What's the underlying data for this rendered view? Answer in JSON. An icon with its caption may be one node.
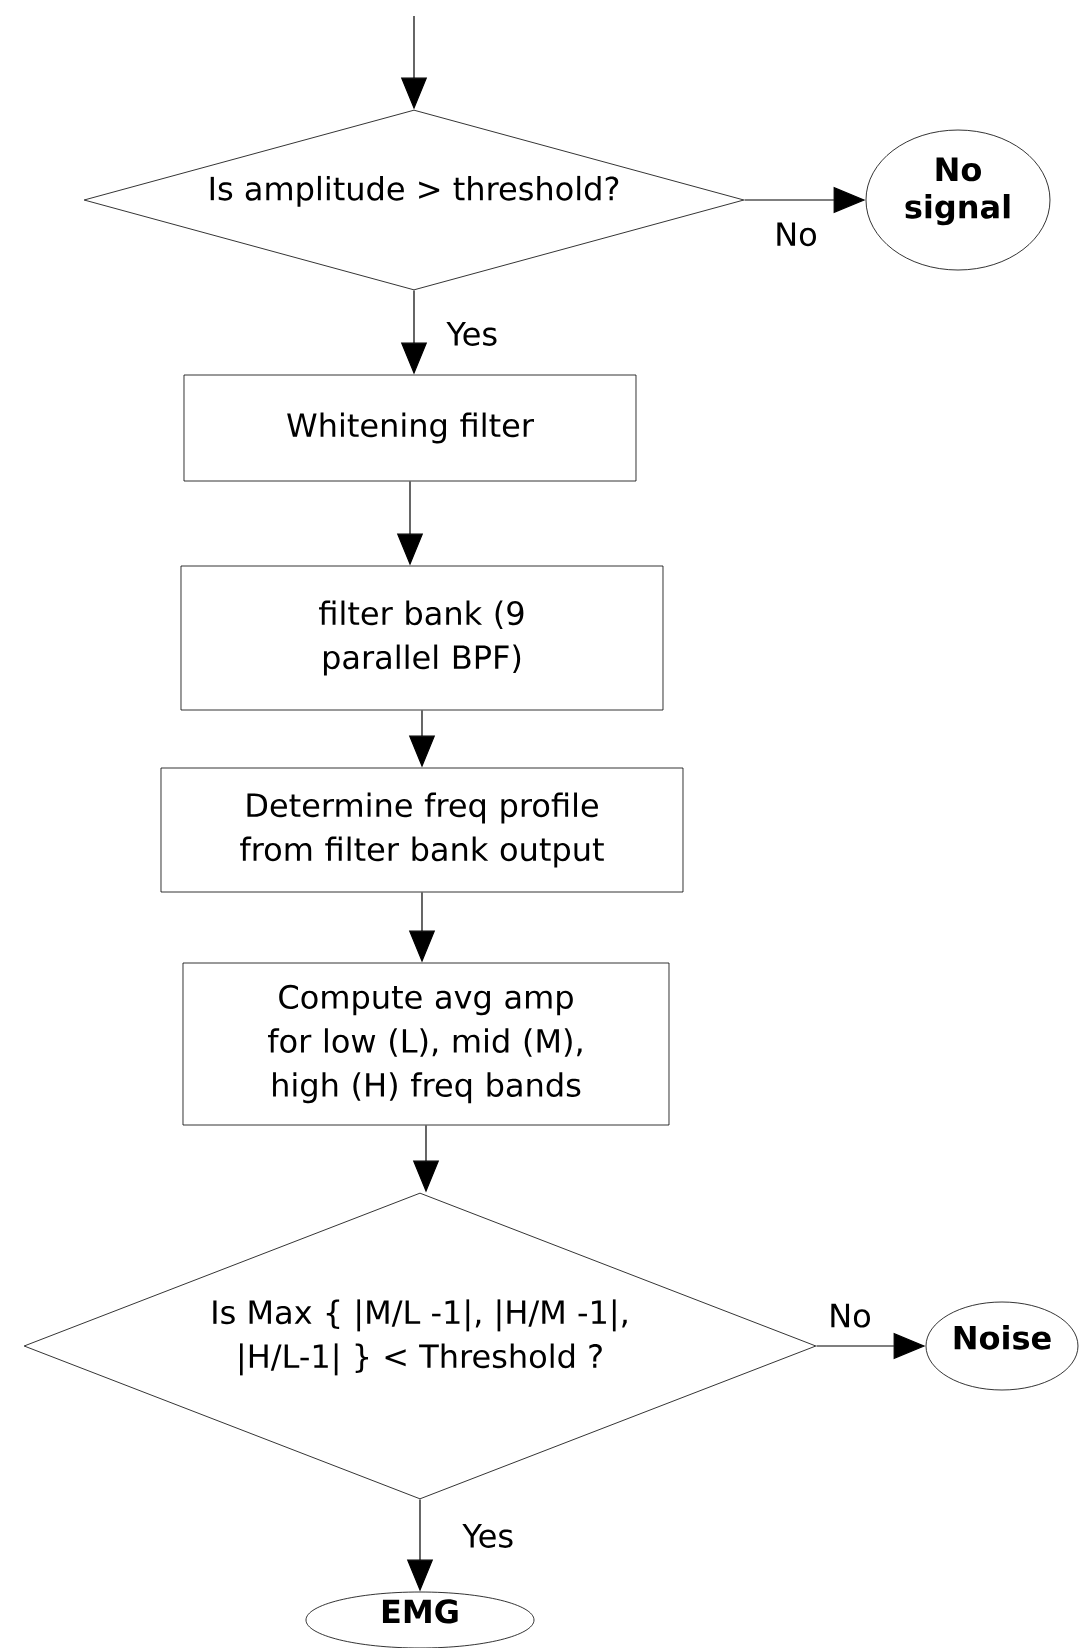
{
  "diagram": {
    "nodes": [
      {
        "text": [
          "Is amplitude > threshold?"
        ]
      },
      {
        "text": [
          "No signal"
        ]
      },
      {
        "text": [
          "Whitening filter"
        ]
      },
      {
        "text": [
          "filter bank (9 parallel BPF)"
        ]
      },
      {
        "text": [
          "Determine freq profile from filter bank output"
        ]
      },
      {
        "text": [
          "Compute avg amp for low (L), mid (M), high (H) freq bands"
        ]
      },
      {
        "text": [
          "Is Max { |M/L -1|, |H/M -1|, |H/L-1| } < Threshold ?"
        ]
      },
      {
        "text": [
          "Noise"
        ]
      },
      {
        "text": [
          "EMG"
        ]
      }
    ],
    "edges": [
      {
        "from": null,
        "to": 0,
        "arrow": "to"
      },
      {
        "from": 0,
        "to": 1,
        "arrow": "to",
        "label": "No"
      },
      {
        "from": 0,
        "to": 2,
        "arrow": "to",
        "label": "Yes"
      },
      {
        "from": 2,
        "to": 3,
        "arrow": "to"
      },
      {
        "from": 3,
        "to": 4,
        "arrow": "to"
      },
      {
        "from": 4,
        "to": 5,
        "arrow": "to"
      },
      {
        "from": 5,
        "to": 6,
        "arrow": "to"
      },
      {
        "from": 6,
        "to": 7,
        "arrow": "to",
        "label": "No"
      },
      {
        "from": 6,
        "to": 8,
        "arrow": "to",
        "label": "Yes"
      }
    ]
  }
}
